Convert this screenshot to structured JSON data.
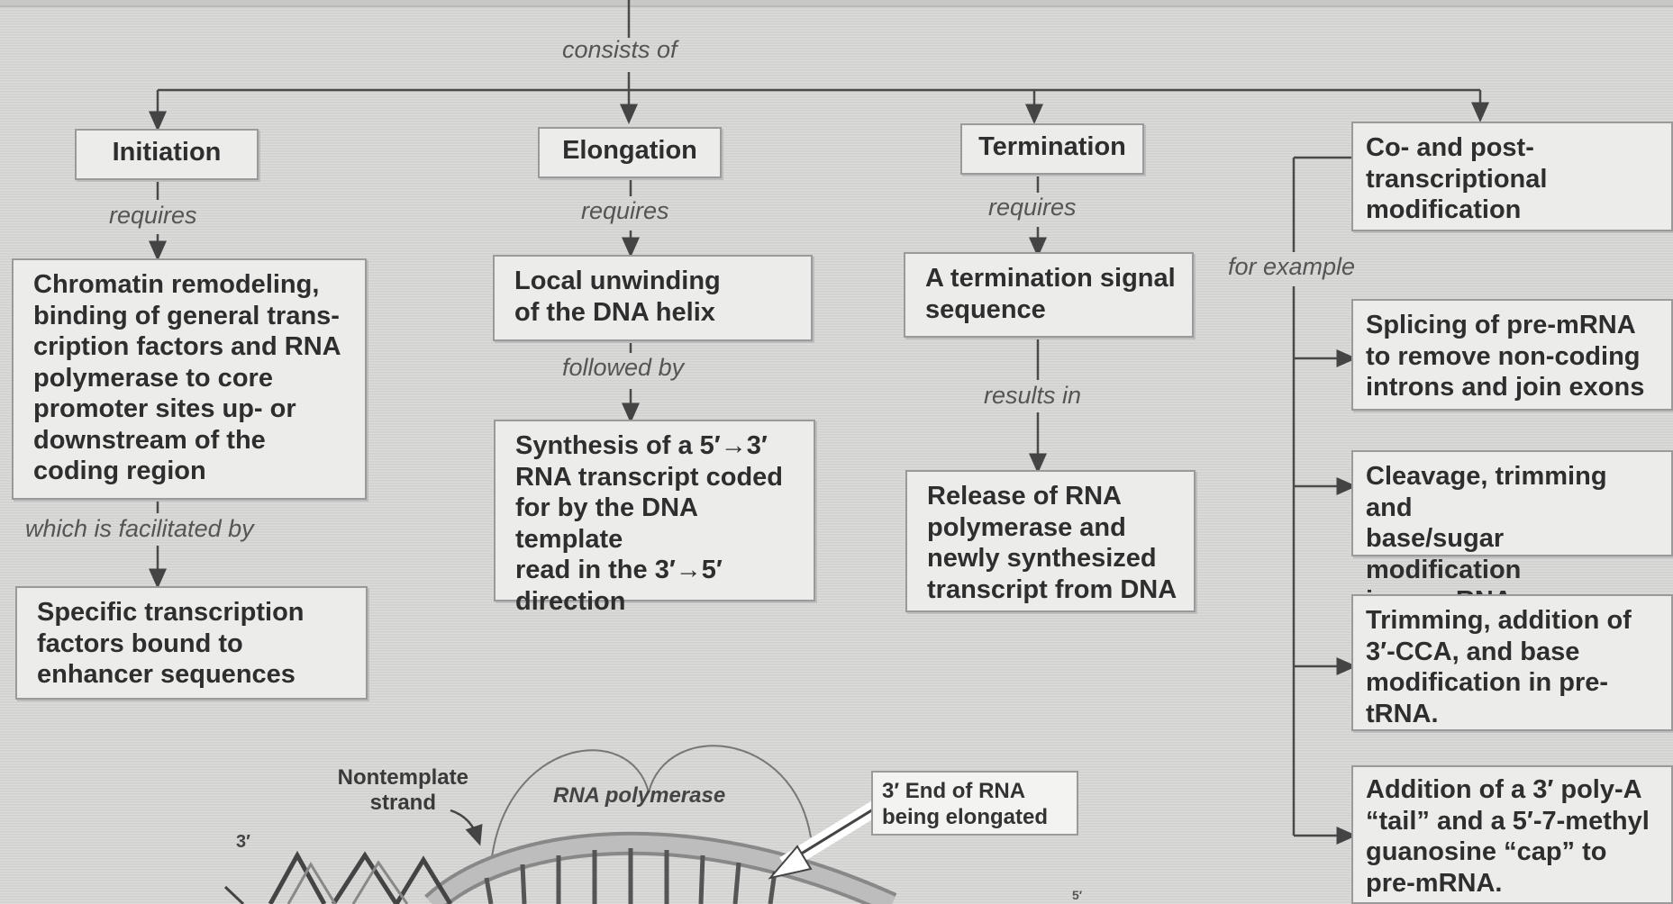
{
  "consists_label": "consists of",
  "columns": [
    {
      "heading": "Initiation",
      "requires_label": "requires",
      "box": [
        "Chromatin remodeling,",
        "binding of general trans-",
        "cription factors and RNA",
        "polymerase to core",
        "promoter sites up- or",
        "downstream of the",
        "coding region"
      ],
      "link_label": "which is facilitated by",
      "box2": [
        "Specific transcription",
        "factors bound to",
        "enhancer sequences"
      ]
    },
    {
      "heading": "Elongation",
      "requires_label": "requires",
      "box": [
        "Local unwinding",
        "of the DNA helix"
      ],
      "link_label": "followed by",
      "box2": [
        "Synthesis of a 5′→3′",
        "RNA transcript coded",
        "for by the DNA template",
        "read in the 3′→5′",
        "direction"
      ]
    },
    {
      "heading": "Termination",
      "requires_label": "requires",
      "box": [
        "A termination signal",
        "sequence"
      ],
      "link_label": "results in",
      "box2": [
        "Release of RNA",
        "polymerase and",
        "newly synthesized",
        "transcript from DNA"
      ]
    }
  ],
  "modification": {
    "heading": [
      "Co- and post-",
      "transcriptional",
      "modification"
    ],
    "example_label": "for example",
    "items": [
      [
        "Splicing of pre-mRNA",
        "to remove non-coding",
        "introns and join exons"
      ],
      [
        "Cleavage, trimming and",
        "base/sugar modification",
        "in pre-rRNA"
      ],
      [
        "Trimming, addition of",
        "3′-CCA, and base",
        "modification in pre-",
        "tRNA."
      ],
      [
        "Addition of a 3′ poly-A",
        "“tail” and a 5′-7-methyl",
        "guanosine “cap” to",
        "pre-mRNA."
      ]
    ]
  },
  "illustration": {
    "nontemplate_label": [
      "Nontemplate",
      "strand"
    ],
    "polymerase_label": "RNA polymerase",
    "callout": [
      "3′ End of RNA",
      "being elongated"
    ],
    "end_3": "3′",
    "end_5": "5′"
  }
}
